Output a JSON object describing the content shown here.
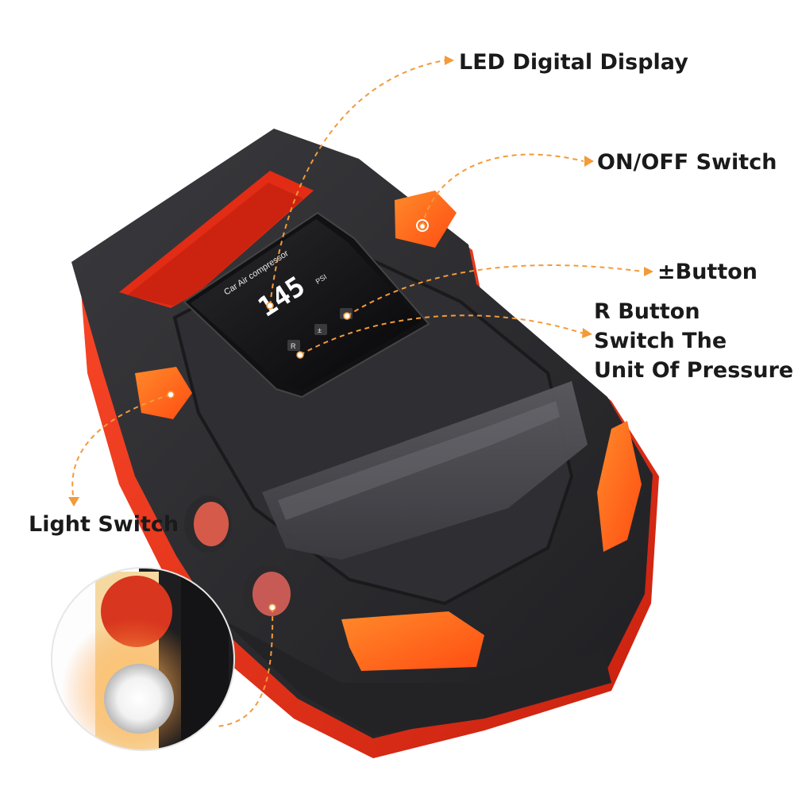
{
  "callouts": {
    "led_display": "LED Digital Display",
    "on_off_switch": "ON/OFF Switch",
    "plus_minus_button": "±Button",
    "r_button_lines": [
      "R Button",
      "Switch The",
      "Unit Of Pressure"
    ],
    "light_switch": "Light Switch"
  },
  "device_screen": {
    "brand_text": "Car Air  compressor",
    "reading": "145",
    "unit": "PSI",
    "buttons": [
      "R",
      "±",
      "○"
    ]
  },
  "colors": {
    "body_dark": "#2b2b2d",
    "accent_orange": "#ff6a1a",
    "shell_red": "#e8361c",
    "callout_line": "#f39a3a"
  }
}
